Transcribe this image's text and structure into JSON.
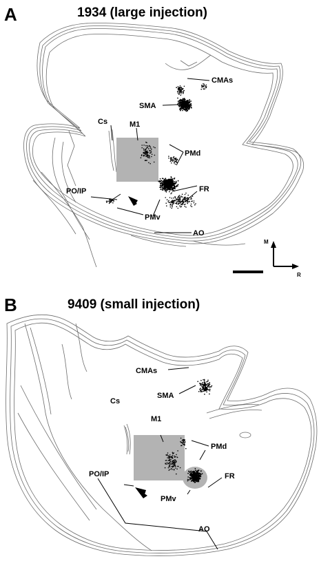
{
  "panels": [
    {
      "letter": "A",
      "title": "1934 (large injection)",
      "labels": {
        "cmas": "CMAs",
        "sma": "SMA",
        "cs": "Cs",
        "m1": "M1",
        "pmd": "PMd",
        "poip": "PO/IP",
        "fr": "FR",
        "pmv": "PMv",
        "ao": "AO"
      }
    },
    {
      "letter": "B",
      "title": "9409 (small injection)",
      "labels": {
        "cmas": "CMAs",
        "sma": "SMA",
        "cs": "Cs",
        "m1": "M1",
        "pmd": "PMd",
        "poip": "PO/IP",
        "fr": "FR",
        "pmv": "PMv",
        "ao": "AO"
      }
    }
  ],
  "orientation": {
    "medial": "M",
    "rostral": "R"
  },
  "colors": {
    "outline": "#6a6a6a",
    "injection": "#b3b3b3",
    "cells": "#000000"
  }
}
